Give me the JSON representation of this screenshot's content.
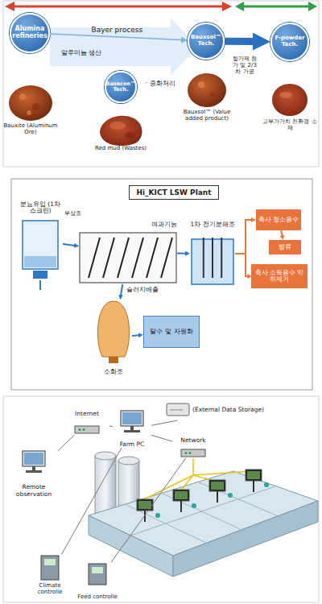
{
  "diagram": {
    "nodes": [
      {
        "text": [
          "Alumina refineries"
        ]
      },
      {
        "text": [
          "Basecon™ Tech."
        ]
      },
      {
        "text": [
          "Bauxsol™ Tech."
        ]
      },
      {
        "text": [
          "F-powder Tech."
        ]
      },
      {
        "text": [
          "Hi_KICT LSW Plant"
        ]
      },
      {
        "text": [
          "분뇨유입 (1차스크린)"
        ]
      },
      {
        "text": [
          "여과기능"
        ]
      },
      {
        "text": [
          "1차 전기분해조"
        ]
      },
      {
        "text": [
          "축사 청소용수"
        ]
      },
      {
        "text": [
          "방류"
        ]
      },
      {
        "text": [
          "축사 소독용수 악취제거"
        ]
      },
      {
        "text": [
          "소화조"
        ]
      },
      {
        "text": [
          "탈수 및 자원화"
        ]
      },
      {
        "text": [
          "Remote observation"
        ]
      },
      {
        "text": [
          "Internet"
        ]
      },
      {
        "text": [
          "Farm PC"
        ]
      },
      {
        "text": [
          "(External Data Storage)"
        ]
      },
      {
        "text": [
          "Network"
        ]
      },
      {
        "text": [
          "Climate controlle"
        ]
      },
      {
        "text": [
          "Feed controlle"
        ]
      }
    ],
    "edges": [
      {
        "from": 0,
        "to": 2,
        "arrow": "to",
        "label": "Bayer process"
      },
      {
        "from": 2,
        "to": 3,
        "arrow": "to"
      },
      {
        "from": 5,
        "to": 6,
        "arrow": "to"
      },
      {
        "from": 6,
        "to": 7,
        "arrow": "to"
      },
      {
        "from": 7,
        "to": 8,
        "arrow": "to"
      },
      {
        "from": 8,
        "to": 9,
        "arrow": "to"
      },
      {
        "from": 7,
        "to": 10,
        "arrow": "to"
      },
      {
        "from": 6,
        "to": 11,
        "arrow": "to",
        "label": "슬러지배출"
      },
      {
        "from": 11,
        "to": 12,
        "arrow": "to"
      },
      {
        "from": 13,
        "to": 14,
        "arrow": "none"
      },
      {
        "from": 14,
        "to": 15,
        "arrow": "none"
      },
      {
        "from": 15,
        "to": 16,
        "arrow": "none"
      },
      {
        "from": 15,
        "to": 17,
        "arrow": "none"
      },
      {
        "from": 15,
        "to": 18,
        "arrow": "none"
      },
      {
        "from": 17,
        "to": 19,
        "arrow": "none"
      }
    ],
    "labels": [
      "알루미늄 생산",
      "· 중화처리",
      "Bauxite (Aluminum Ore)",
      "Red mud (Wastes)",
      "Bauxsol™ (Value added product)",
      "형가제 첨가 및 2/3차 가공",
      "고부가가치 친환경 소재",
      "부상조"
    ]
  }
}
